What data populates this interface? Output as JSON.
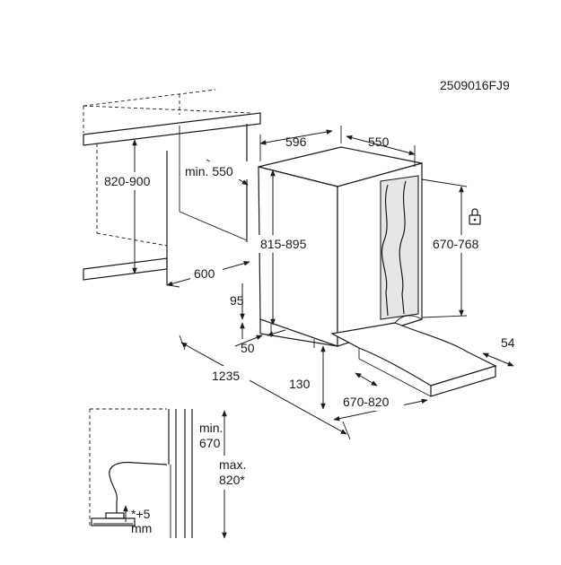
{
  "diagram": {
    "ref_code": "2509016FJ9",
    "dimensions": {
      "niche_depth": "596",
      "door_depth": "550",
      "niche_height": "820-900",
      "min_width": "min. 550",
      "width": "600",
      "appliance_height": "815-895",
      "door_height": "670-768",
      "leg_adjust": "95",
      "plinth_depth": "50",
      "total_depth": "1235",
      "door_gap": "130",
      "door_opening": "670-820",
      "side_gap": "54"
    },
    "detail": {
      "min_label": "min.",
      "min_value": "670",
      "max_label": "max.",
      "max_value": "820*",
      "note_line1": "*+5",
      "note_line2": "mm"
    },
    "icons": {
      "lock": "lock-icon"
    }
  }
}
